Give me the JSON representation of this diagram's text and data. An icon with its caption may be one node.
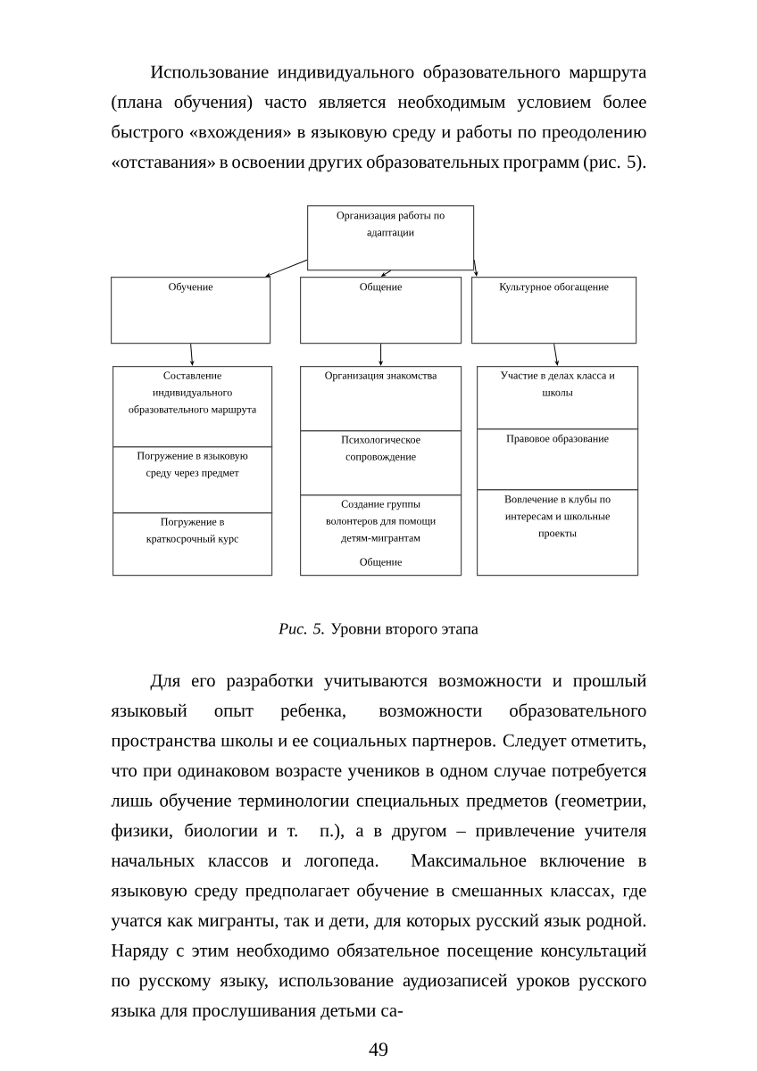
{
  "diagram": {
    "caption": "*Рис. 5.* Уровни второго этапа",
    "nodes": [
      {
        "text": [
          "Организация работы по адаптации"
        ]
      },
      {
        "text": [
          "Обучение"
        ]
      },
      {
        "text": [
          "Общение"
        ]
      },
      {
        "text": [
          "Культурное обогащение"
        ]
      },
      {
        "text": [
          "Составление индивидуального образовательного маршрута"
        ]
      },
      {
        "text": [
          "Погружение в языковую среду через предмет"
        ]
      },
      {
        "text": [
          "Погружение в краткосрочный курс"
        ]
      },
      {
        "text": [
          "Организация знакомства"
        ]
      },
      {
        "text": [
          "Психологическое сопровождение"
        ]
      },
      {
        "text": [
          "Создание группы волонтеров для помощи детям-мигрантам",
          "Общение"
        ]
      },
      {
        "text": [
          "Участие в делах класса и школы"
        ]
      },
      {
        "text": [
          "Правовое образование"
        ]
      },
      {
        "text": [
          "Вовлечение в клубы по интересам и школьные проекты"
        ]
      }
    ],
    "edges": [
      {
        "from": 0,
        "to": 1,
        "arrow": "to"
      },
      {
        "from": 0,
        "to": 2,
        "arrow": "to"
      },
      {
        "from": 0,
        "to": 3,
        "arrow": "to"
      },
      {
        "from": 1,
        "to": 4,
        "arrow": "to"
      },
      {
        "from": 2,
        "to": 7,
        "arrow": "to"
      },
      {
        "from": 3,
        "to": 10,
        "arrow": "to"
      }
    ],
    "labels": [
      "Использование индивидуального образовательного маршрута (плана обучения) часто является необходимым условием более быстрого «вхождения» в языковую среду и работы по преодолению «отставания» в освоении других образовательных программ (рис. 5).",
      "Для его разработки учитываются возможности и прошлый языковый опыт ребенка, возможности образовательного пространства школы и ее социальных партнеров. Следует отметить, что при одинаковом возрасте учеников в одном случае потребуется лишь обучение терминологии специальных предметов (геометрии, физики, биологии и т. п.), а в другом – привлечение учителя начальных классов и логопеда. Максимальное включение в языковую среду предполагает обучение в смешанных классах, где учатся как мигранты, так и дети, для которых русский язык родной. Наряду с этим необходимо обязательное посещение консультаций по русскому языку, использование аудиозаписей уроков русского языка для прослушивания детьми са-",
      "49"
    ]
  }
}
